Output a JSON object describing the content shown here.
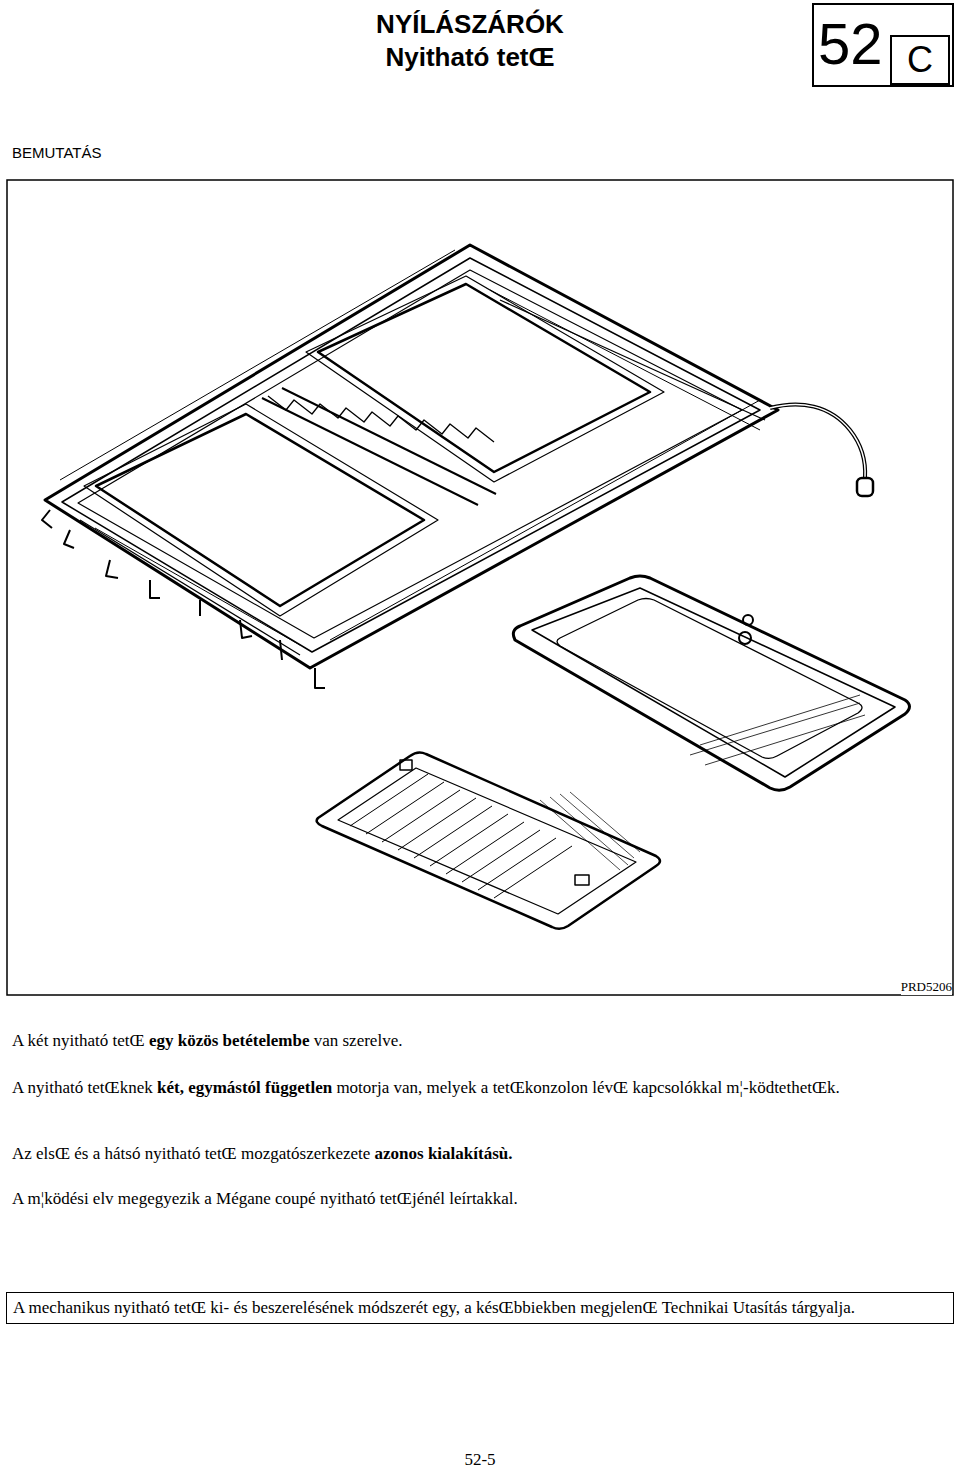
{
  "diagram": {
    "title": "NYÍLÁSZÁRÓK Nyitható tetŒ",
    "nodes": [
      {
        "text": [
          "52"
        ]
      },
      {
        "text": [
          "C"
        ],
        "in": 0
      },
      {
        "text": [
          "A mechanikus nyitható tetŒ ki- és beszerelésének módszerét egy, a késŒbbiekben megjelenŒ Technikai Utasítás tárgyalja."
        ]
      }
    ],
    "labels": [
      "BEMUTATÁS",
      "PRD5206",
      "A két nyitható tetŒ",
      "egy közös betételembe",
      "van szerelve.",
      "A nyitható tetŒknek",
      "két, egymástól független",
      "motorja van, melyek a tetŒkonzolon lévŒ kapcsolókkal m¦-ködtethetŒk.",
      "Az elsŒ és a hátsó nyitható tetŒ mozgatószerkezete",
      "azonos kialakításù.",
      "A m¦ködési elv megegyezik a Mégane coupé nyitható tetŒjénél leírtakkal.",
      "52-5"
    ]
  }
}
